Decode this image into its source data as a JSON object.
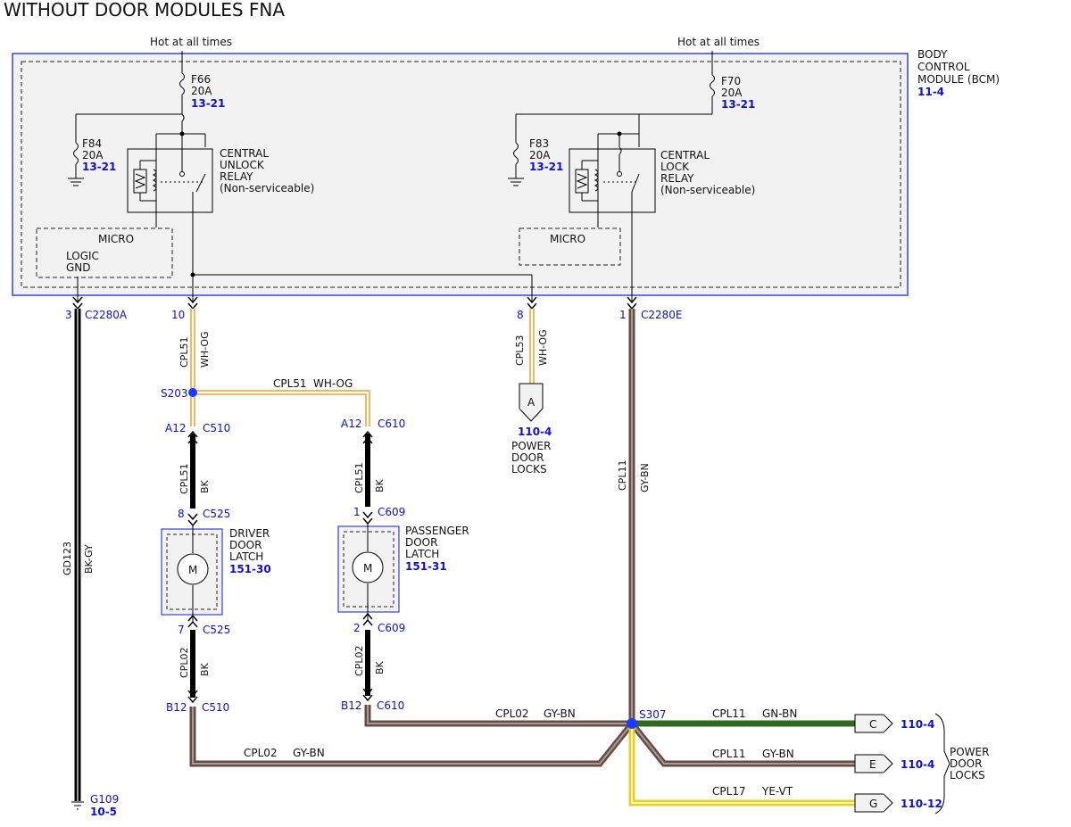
{
  "title": "WITHOUT DOOR MODULES FNA",
  "hot_left": "Hot at all times",
  "hot_right": "Hot at all times",
  "bcm": {
    "l1": "BODY",
    "l2": "CONTROL",
    "l3": "MODULE (BCM)",
    "ref": "11-4"
  },
  "fuses": {
    "f66": {
      "name": "F66",
      "amp": "20A",
      "ref": "13-21"
    },
    "f70": {
      "name": "F70",
      "amp": "20A",
      "ref": "13-21"
    },
    "f84": {
      "name": "F84",
      "amp": "20A",
      "ref": "13-21"
    },
    "f83": {
      "name": "F83",
      "amp": "20A",
      "ref": "13-21"
    }
  },
  "unlock_relay": {
    "l1": "CENTRAL",
    "l2": "UNLOCK",
    "l3": "RELAY",
    "l4": "(Non-serviceable)"
  },
  "lock_relay": {
    "l1": "CENTRAL",
    "l2": "LOCK",
    "l3": "RELAY",
    "l4": "(Non-serviceable)"
  },
  "micro_left": {
    "l1": "MICRO",
    "l2": "LOGIC",
    "l3": "GND"
  },
  "micro_right": {
    "l1": "MICRO"
  },
  "pins": {
    "p3": "3",
    "c2280a": "C2280A",
    "p10": "10",
    "p8": "8",
    "p1": "1",
    "c2280e": "C2280E",
    "s203": "S203",
    "s307": "S307",
    "a12_l": "A12",
    "c510_t": "C510",
    "a12_r": "A12",
    "c610_t": "C610",
    "p8_drv": "8",
    "c525_t": "C525",
    "p1_pas": "1",
    "c609_t": "C609",
    "p7_drv": "7",
    "c525_b": "C525",
    "p2_pas": "2",
    "c609_b": "C609",
    "b12_l": "B12",
    "c510_b": "C510",
    "b12_r": "B12",
    "c610_b": "C610",
    "g109": "G109",
    "g109_ref": "10-5"
  },
  "wires": {
    "gd123": "GD123",
    "bk_gy": "BK-GY",
    "cpl51_v": "CPL51",
    "wh_og_v": "WH-OG",
    "cpl53": "CPL53",
    "wh_og_v2": "WH-OG",
    "cpl51_h": "CPL51",
    "wh_og_h": "WH-OG",
    "cpl11_v": "CPL11",
    "gy_bn_v": "GY-BN",
    "cpl51_d": "CPL51",
    "bk_d": "BK",
    "cpl51_p": "CPL51",
    "bk_p": "BK",
    "cpl02_d": "CPL02",
    "bk_d2": "BK",
    "cpl02_p": "CPL02",
    "bk_p2": "BK",
    "cpl02_h1": "CPL02",
    "gy_bn_h1": "GY-BN",
    "cpl02_h2": "CPL02",
    "gy_bn_h2": "GY-BN",
    "cpl11_c": "CPL11",
    "gn_bn_c": "GN-BN",
    "cpl11_e": "CPL11",
    "gy_bn_e": "GY-BN",
    "cpl17_g": "CPL17",
    "ye_vt_g": "YE-VT"
  },
  "connectors": {
    "a": {
      "letter": "A",
      "ref": "110-4",
      "l1": "POWER",
      "l2": "DOOR",
      "l3": "LOCKS"
    },
    "c": {
      "letter": "C",
      "ref": "110-4"
    },
    "e": {
      "letter": "E",
      "ref": "110-4"
    },
    "g": {
      "letter": "G",
      "ref": "110-12"
    },
    "group": {
      "l1": "POWER",
      "l2": "DOOR",
      "l3": "LOCKS"
    }
  },
  "driver_latch": {
    "l1": "DRIVER",
    "l2": "DOOR",
    "l3": "LATCH",
    "ref": "151-30",
    "motor": "M"
  },
  "passenger_latch": {
    "l1": "PASSENGER",
    "l2": "DOOR",
    "l3": "LATCH",
    "ref": "151-31",
    "motor": "M"
  },
  "colors": {
    "gy_bn": "#7a5c50",
    "wh_og": "#f0b860",
    "gn_bn": "#2e6b1e",
    "ye_vt": "#e8d020",
    "bk": "#000000",
    "bcm_border": "#3344dd"
  }
}
